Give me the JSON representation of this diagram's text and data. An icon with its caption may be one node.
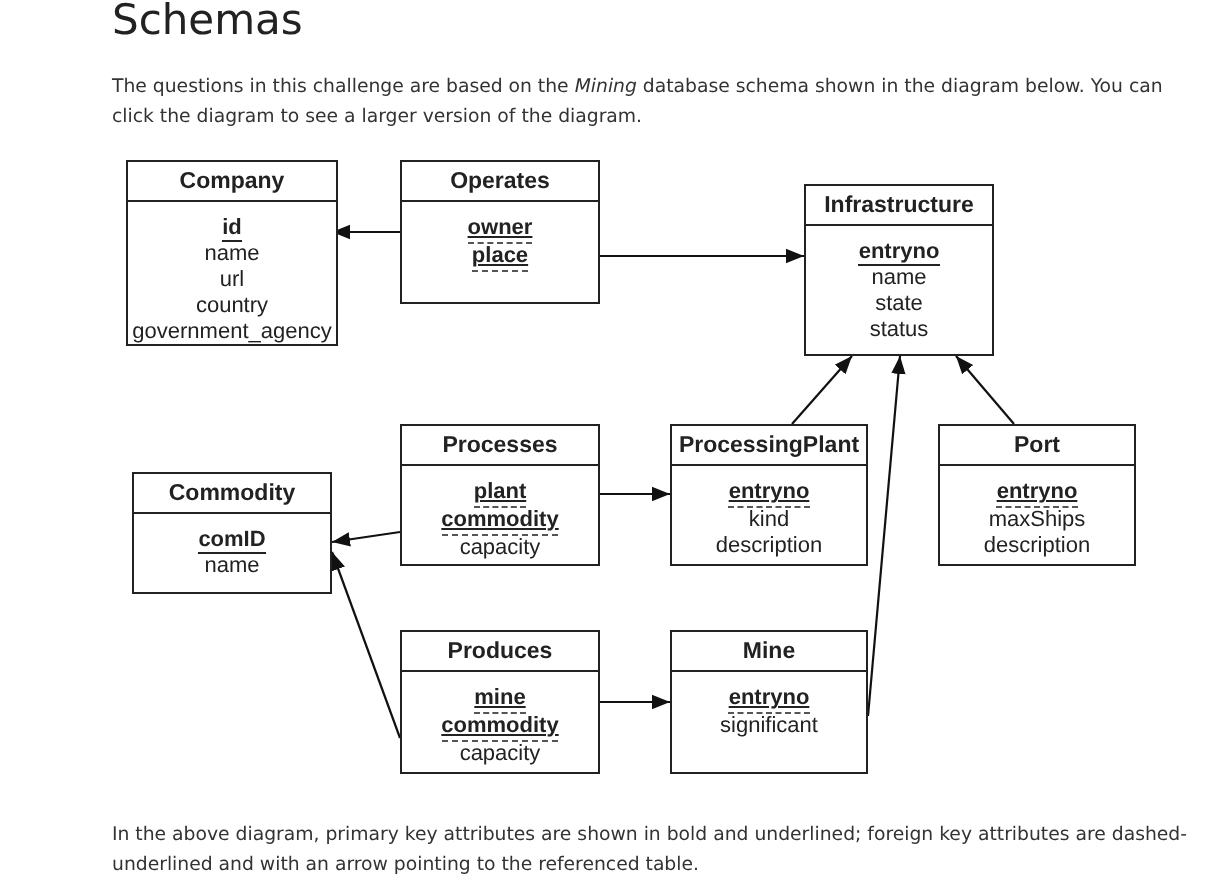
{
  "diagram": {
    "title": "Schemas",
    "caption": "In the above diagram, primary key attributes are shown in bold and underlined; foreign key attributes are dashed-underlined and with an arrow pointing to the referenced table.",
    "labels": [
      "The questions in this challenge are based on the *Mining* database schema shown in the diagram below. You can click the diagram to see a larger version of the diagram."
    ],
    "nodes": [
      {
        "text": [
          "Company",
          "id",
          "name",
          "url",
          "country",
          "government_agency"
        ]
      },
      {
        "text": [
          "Operates",
          "owner",
          "place"
        ]
      },
      {
        "text": [
          "Infrastructure",
          "entryno",
          "name",
          "state",
          "status"
        ]
      },
      {
        "text": [
          "Commodity",
          "comID",
          "name"
        ]
      },
      {
        "text": [
          "Processes",
          "plant",
          "commodity",
          "capacity"
        ]
      },
      {
        "text": [
          "ProcessingPlant",
          "entryno",
          "kind",
          "description"
        ]
      },
      {
        "text": [
          "Port",
          "entryno",
          "maxShips",
          "description"
        ]
      },
      {
        "text": [
          "Produces",
          "mine",
          "commodity",
          "capacity"
        ]
      },
      {
        "text": [
          "Mine",
          "entryno",
          "significant"
        ]
      }
    ],
    "edges": [
      {
        "from": 1,
        "to": 0,
        "arrow": "to"
      },
      {
        "from": 1,
        "to": 2,
        "arrow": "to"
      },
      {
        "from": 4,
        "to": 3,
        "arrow": "to"
      },
      {
        "from": 4,
        "to": 5,
        "arrow": "to"
      },
      {
        "from": 7,
        "to": 3,
        "arrow": "to"
      },
      {
        "from": 7,
        "to": 8,
        "arrow": "to"
      },
      {
        "from": 5,
        "to": 2,
        "arrow": "to"
      },
      {
        "from": 8,
        "to": 2,
        "arrow": "to"
      },
      {
        "from": 6,
        "to": 2,
        "arrow": "to"
      }
    ]
  }
}
